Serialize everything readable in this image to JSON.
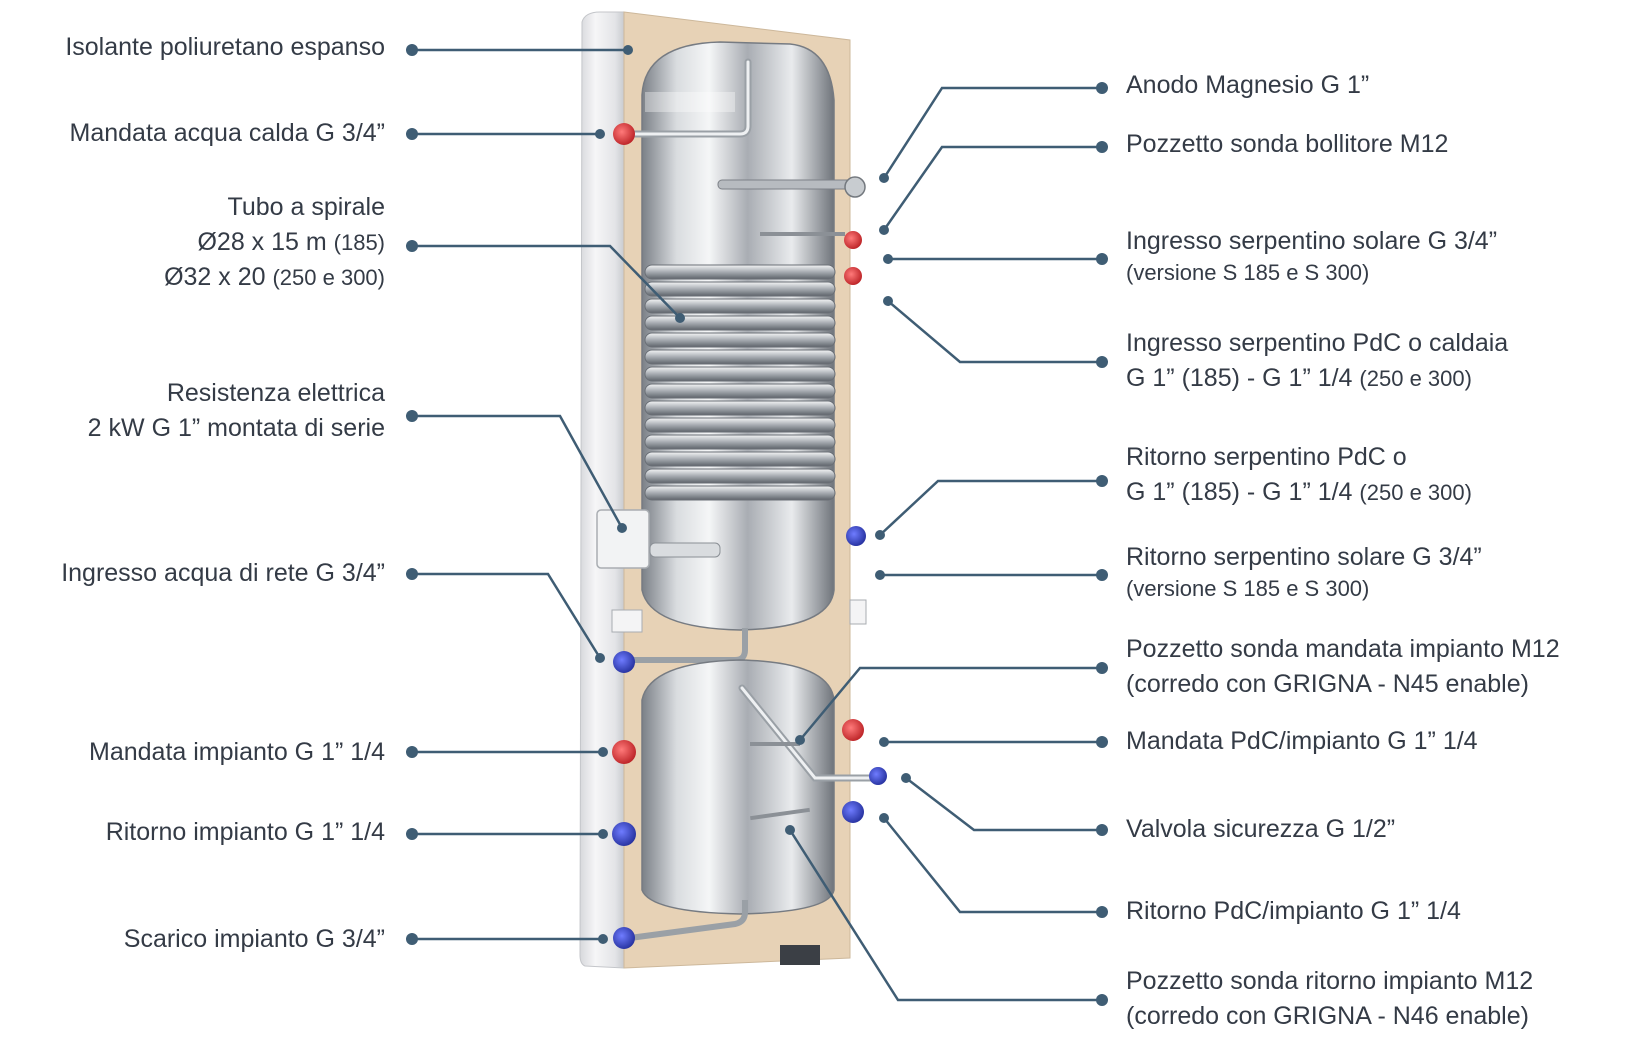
{
  "labels_left": {
    "isolante": "Isolante poliuretano espanso",
    "mandata_acqua_calda": "Mandata acqua calda  G 3/4”",
    "tubo_spirale_title": "Tubo a spirale",
    "tubo_spirale_185_main": "Ø28 x 15 m ",
    "tubo_spirale_185_note": "(185)",
    "tubo_spirale_250_main": "Ø32 x 20 ",
    "tubo_spirale_250_note": "(250 e 300)",
    "resistenza_line1": "Resistenza elettrica",
    "resistenza_line2": "2 kW G 1” montata di serie",
    "ingresso_rete": "Ingresso acqua di rete G 3/4”",
    "mandata_impianto": "Mandata impianto G 1” 1/4",
    "ritorno_impianto": "Ritorno impianto G 1” 1/4",
    "scarico_impianto": "Scarico impianto G 3/4”"
  },
  "labels_right": {
    "anodo": "Anodo Magnesio G 1”",
    "pozzetto_bollitore": "Pozzetto sonda bollitore M12",
    "ingresso_solare": "Ingresso serpentino solare G 3/4”",
    "ingresso_solare_note": "(versione S 185 e S 300)",
    "ingresso_pdc_line1": "Ingresso serpentino PdC o caldaia",
    "ingresso_pdc_line2_main": "G 1” (185) - G 1” 1/4 ",
    "ingresso_pdc_line2_note": "(250 e 300)",
    "ritorno_pdc_line1": "Ritorno serpentino PdC o",
    "ritorno_pdc_line2_main": "G 1” (185) - G 1” 1/4 ",
    "ritorno_pdc_line2_note": "(250 e 300)",
    "ritorno_solare": "Ritorno serpentino solare G 3/4”",
    "ritorno_solare_note": "(versione S 185 e S 300)",
    "pozzetto_mandata_line1": "Pozzetto sonda mandata impianto M12",
    "pozzetto_mandata_line2": "(corredo con GRIGNA - N45 enable)",
    "mandata_pdc": "Mandata PdC/impianto G 1” 1/4",
    "valvola": "Valvola sicurezza G 1/2”",
    "ritorno_pdc_impianto": "Ritorno PdC/impianto G 1” 1/4",
    "pozzetto_ritorno_line1": "Pozzetto sonda ritorno impianto M12",
    "pozzetto_ritorno_line2": "(corredo con GRIGNA - N46 enable)"
  },
  "colors": {
    "leader_line": "#3f5d74",
    "insulation": "#e7d2b6",
    "casing": "#e8e9ec",
    "steel_dark": "#8d9299",
    "steel_light": "#eef0f2",
    "hot_fitting": "#d8282c",
    "cold_fitting": "#2f3fb8",
    "text": "#343b46"
  }
}
